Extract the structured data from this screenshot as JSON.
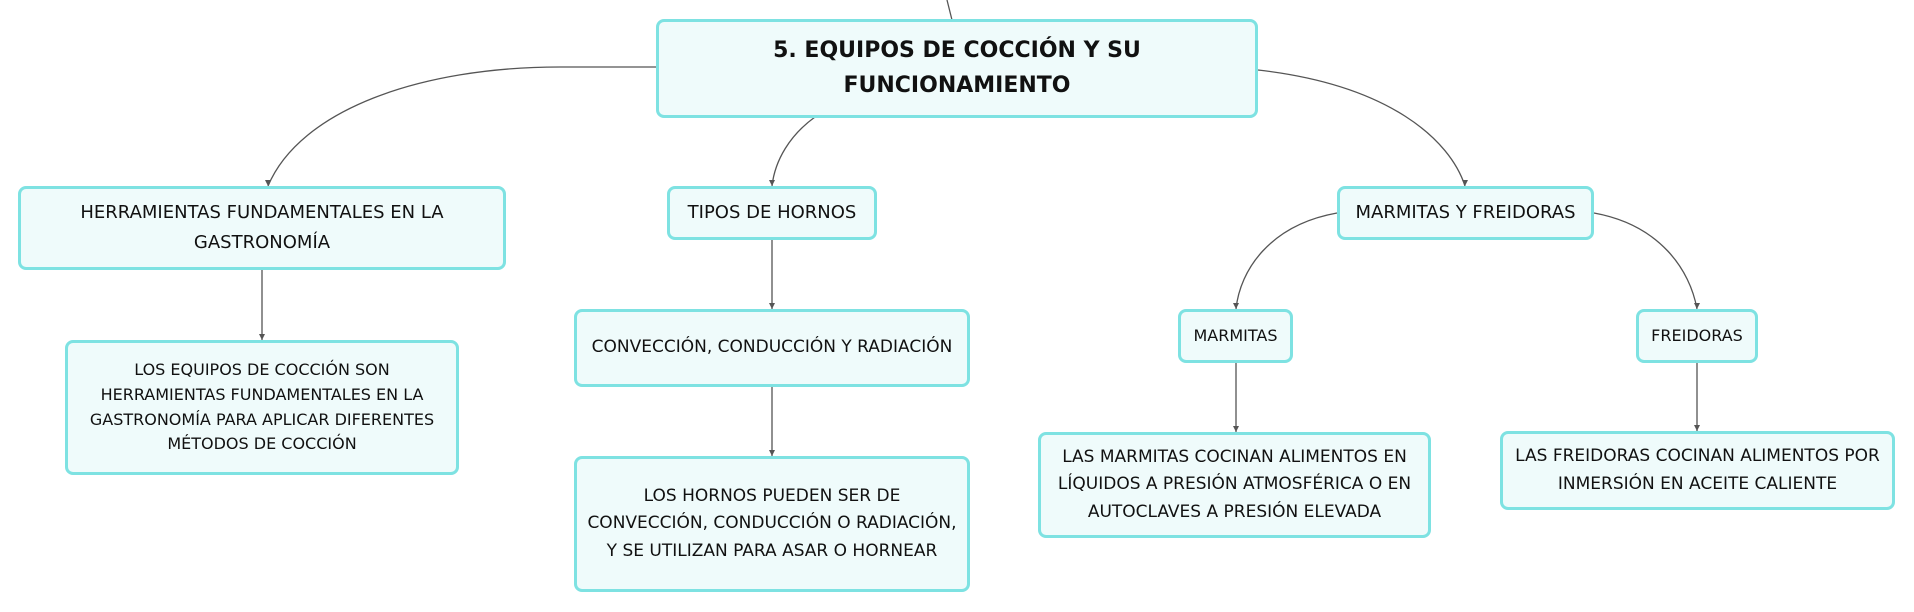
{
  "root": {
    "label": "5. EQUIPOS DE COCCIÓN Y SU FUNCIONAMIENTO"
  },
  "branches": {
    "herramientas": {
      "label": "HERRAMIENTAS FUNDAMENTALES EN LA GASTRONOMÍA",
      "child": "LOS EQUIPOS DE COCCIÓN SON HERRAMIENTAS FUNDAMENTALES EN LA GASTRONOMÍA PARA APLICAR DIFERENTES MÉTODOS DE COCCIÓN"
    },
    "hornos": {
      "label": "TIPOS DE HORNOS",
      "child": "CONVECCIÓN, CONDUCCIÓN Y RADIACIÓN",
      "grandchild": "LOS HORNOS PUEDEN SER DE CONVECCIÓN, CONDUCCIÓN O RADIACIÓN, Y SE UTILIZAN PARA ASAR O HORNEAR"
    },
    "marmitas_freidoras": {
      "label": "MARMITAS Y FREIDORAS",
      "marmitas": {
        "label": "MARMITAS",
        "child": "LAS MARMITAS COCINAN ALIMENTOS EN LÍQUIDOS A PRESIÓN ATMOSFÉRICA O EN AUTOCLAVES A PRESIÓN ELEVADA"
      },
      "freidoras": {
        "label": "FREIDORAS",
        "child": "LAS FREIDORAS COCINAN ALIMENTOS POR INMERSIÓN EN ACEITE CALIENTE"
      }
    }
  }
}
